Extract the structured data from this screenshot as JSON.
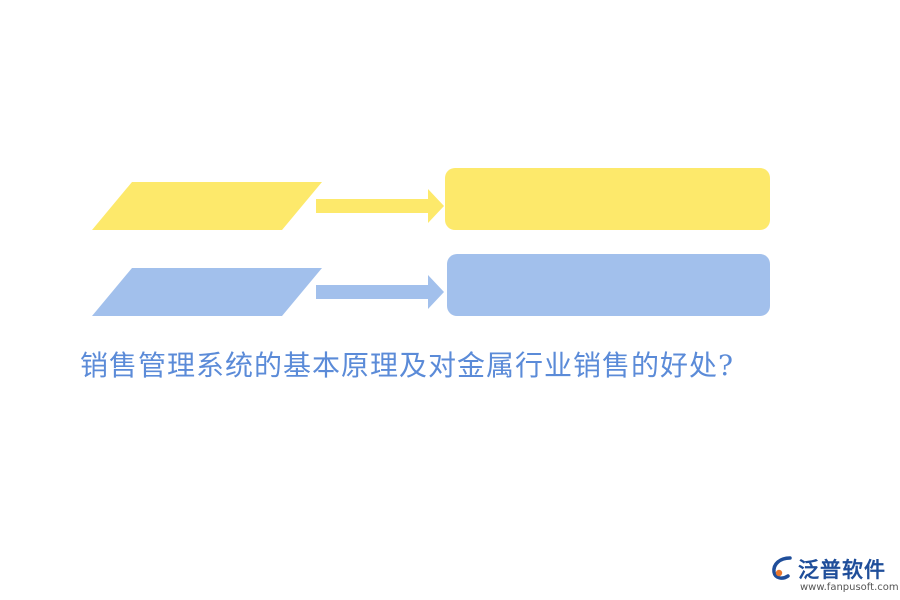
{
  "colors": {
    "yellow": "#fde96b",
    "blue": "#a2c0ec",
    "title": "#5b8bd8",
    "logo_blue": "#1f4e9a",
    "logo_orange": "#e8762d"
  },
  "title": "销售管理系统的基本原理及对金属行业销售的好处?",
  "logo": {
    "icon": "fanpu-logo-mark",
    "name": "泛普软件",
    "url": "www.fanpusoft.com"
  }
}
